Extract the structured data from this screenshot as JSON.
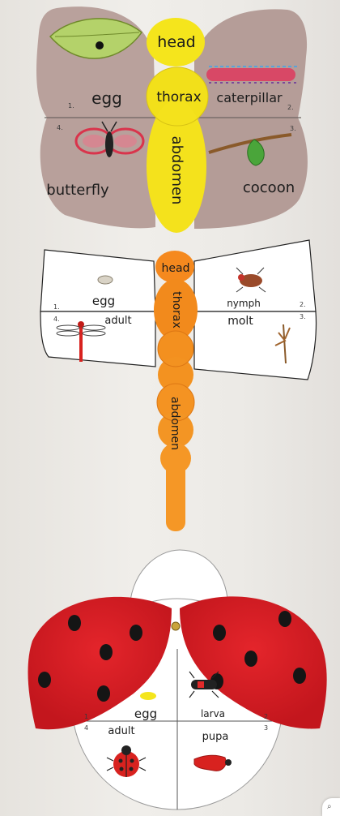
{
  "butterfly": {
    "body": {
      "head": "head",
      "thorax": "thorax",
      "abdomen": "abdomen"
    },
    "stages": [
      {
        "number": "1.",
        "label": "egg"
      },
      {
        "number": "2.",
        "label": "caterpillar"
      },
      {
        "number": "3.",
        "label": "cocoon"
      },
      {
        "number": "4.",
        "label": "butterfly"
      }
    ]
  },
  "dragonfly": {
    "body": {
      "head": "head",
      "thorax": "thorax",
      "abdomen": "abdomen"
    },
    "stages": [
      {
        "number": "1.",
        "label": "egg"
      },
      {
        "number": "2.",
        "label": "nymph"
      },
      {
        "number": "3.",
        "label": "molt"
      },
      {
        "number": "4.",
        "label": "adult"
      }
    ]
  },
  "ladybug": {
    "stages": [
      {
        "number": "1",
        "label": "egg"
      },
      {
        "number": "2",
        "label": "larva"
      },
      {
        "number": "3",
        "label": "pupa"
      },
      {
        "number": "4",
        "label": "adult"
      }
    ]
  },
  "colors": {
    "butterfly_wing": "#b79f9a",
    "butterfly_body": "#f5e51c",
    "dragonfly_body": "#f38b1d",
    "ladybug_wing": "#dc1f26",
    "paper": "#ffffff"
  }
}
